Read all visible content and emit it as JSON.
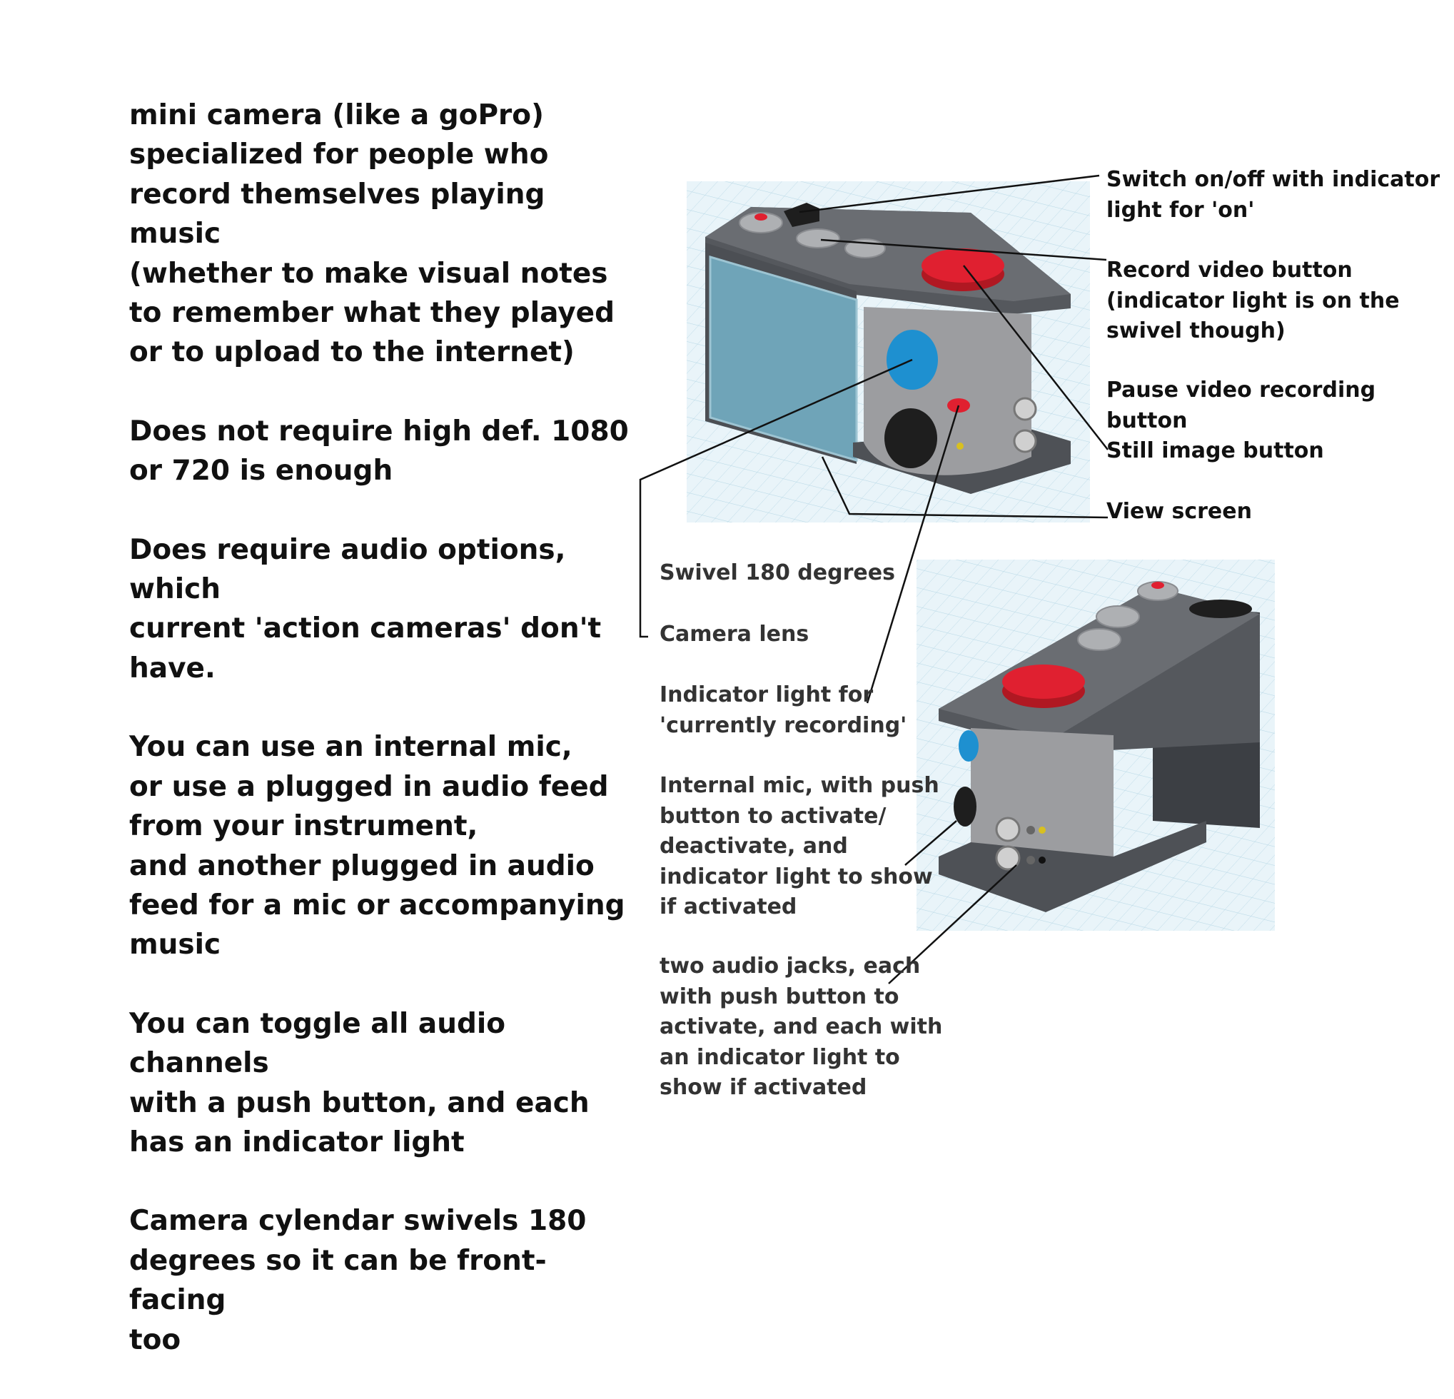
{
  "description": {
    "paragraphs": [
      "mini camera (like a goPro)\nspecialized for people who\nrecord themselves playing music\n(whether to make visual notes\nto remember what they played\nor to upload to the internet)",
      "Does not require high def. 1080\nor 720 is enough",
      "Does require audio options, which\ncurrent 'action cameras' don't\nhave.",
      "You can use an internal mic,\nor use a plugged in audio feed\nfrom your instrument,\nand another plugged in audio\nfeed for a mic or accompanying\nmusic",
      "You can toggle all audio channels\nwith a push button, and each\nhas an indicator light",
      "Camera cylendar swivels 180\ndegrees so it can be front-facing\ntoo"
    ]
  },
  "labels": {
    "switch": "Switch on/off with indicator\nlight for 'on'",
    "record": "Record video button\n(indicator light is on the\nswivel though)",
    "pause": "Pause video recording button",
    "still": "Still image button",
    "view_screen": "View screen",
    "swivel": "Swivel 180 degrees",
    "lens": "Camera lens",
    "indicator": "Indicator light for\n'currently recording'",
    "mic": "Internal mic, with push\nbutton to activate/\ndeactivate, and\nindicator light to show\nif activated",
    "jacks": "two audio jacks, each\nwith push button to\nactivate, and each with\nan indicator light to\nshow if activated"
  },
  "colors": {
    "body_dark": "#505358",
    "cylinder": "#9a9b9e",
    "screen": "#6fa4b8",
    "record_red": "#e02030",
    "lens_blue": "#1e90d0",
    "mic_black": "#202020",
    "grid_bg": "#e8f3f8"
  }
}
